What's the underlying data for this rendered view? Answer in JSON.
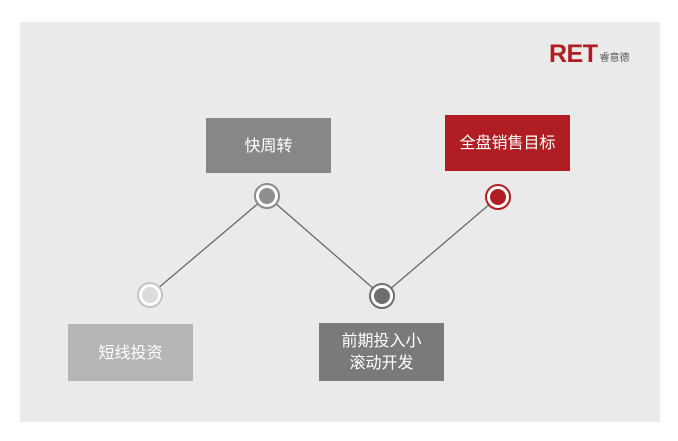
{
  "brand": {
    "logo_main": "RET",
    "logo_sub": "睿意德",
    "accent_color": "#b01e23"
  },
  "steps": [
    {
      "id": "short",
      "label": "短线投资",
      "shade": "light"
    },
    {
      "id": "turnover",
      "label": "快周转",
      "shade": "mid"
    },
    {
      "id": "rolling",
      "label": "前期投入小\n滚动开发",
      "shade": "dark"
    },
    {
      "id": "target",
      "label": "全盘销售目标",
      "shade": "accent"
    }
  ]
}
